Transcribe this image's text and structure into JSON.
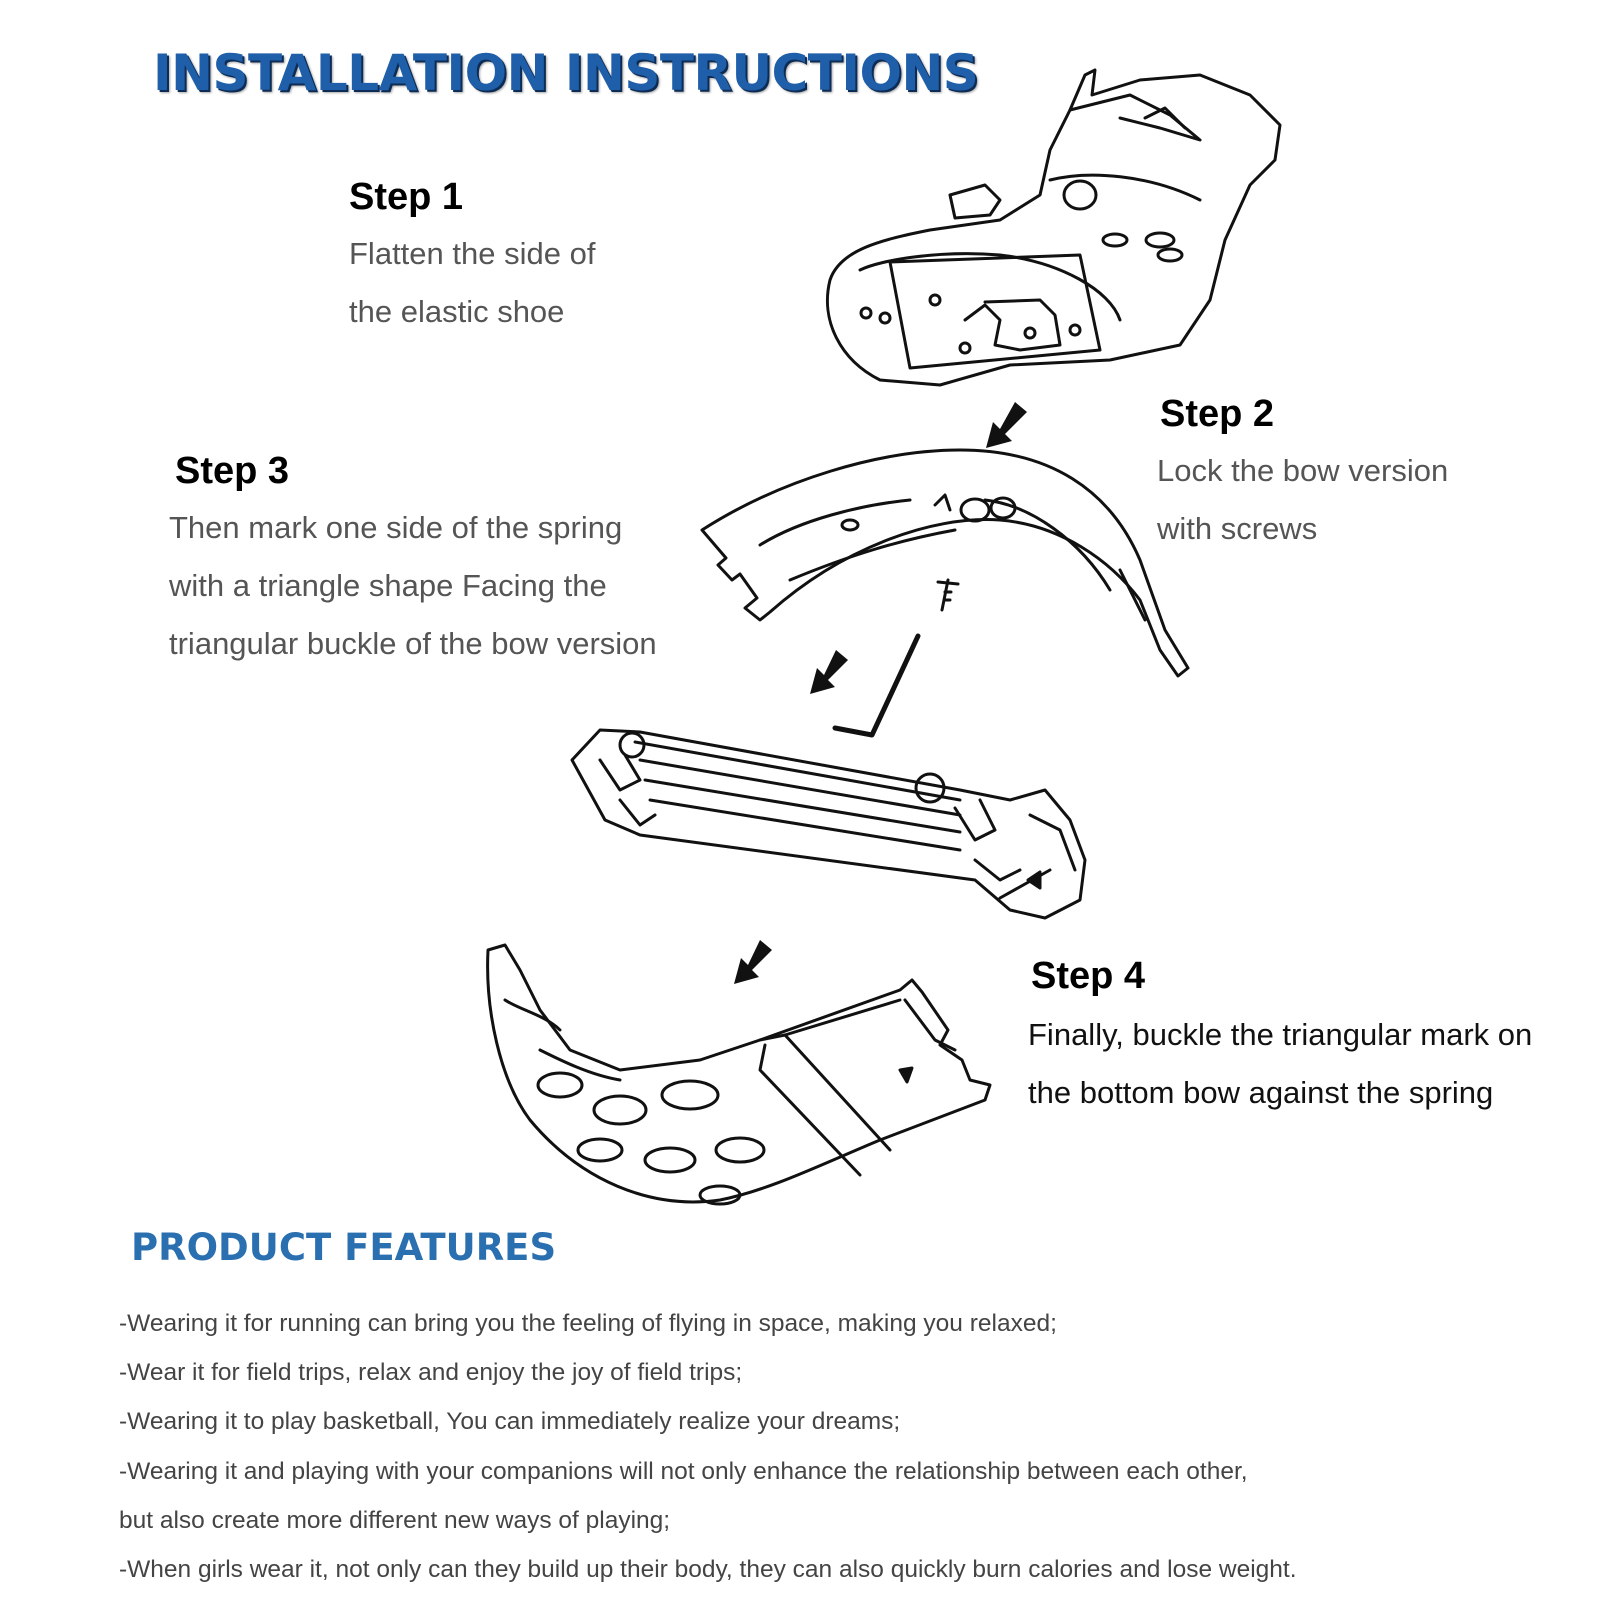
{
  "title": "INSTALLATION INSTRUCTIONS",
  "steps": [
    {
      "title": "Step 1",
      "lines": [
        "Flatten the side of",
        "the elastic shoe"
      ]
    },
    {
      "title": "Step 2",
      "lines": [
        "Lock the bow version",
        "with screws"
      ]
    },
    {
      "title": "Step 3",
      "lines": [
        "Then mark one side of the spring",
        "with a triangle shape Facing the",
        "triangular buckle of the bow version"
      ]
    },
    {
      "title": "Step 4",
      "lines": [
        "Finally, buckle the triangular mark on",
        "the bottom bow against the spring"
      ]
    }
  ],
  "features": {
    "title": "PRODUCT FEATURES",
    "lines": [
      "-Wearing it for running can bring you the feeling of flying in space, making you relaxed;",
      "-Wear it for field trips, relax and enjoy the joy of field trips;",
      "-Wearing it to play basketball, You can immediately realize your dreams;",
      "-Wearing it and playing with your companions will not only enhance the relationship between each other,",
      "but also create more different new ways of playing;",
      "-When girls wear it, not only can they build up their body, they can also quickly burn calories and lose weight."
    ]
  },
  "colors": {
    "title_blue": "#1f5ea8",
    "features_blue": "#2a6fb0",
    "body_gray": "#555555"
  },
  "icons": [
    "shoe-illustration",
    "upper-bow-illustration",
    "screw-icon",
    "hex-key-icon",
    "spring-illustration",
    "bottom-bow-illustration",
    "down-arrow-icon"
  ]
}
